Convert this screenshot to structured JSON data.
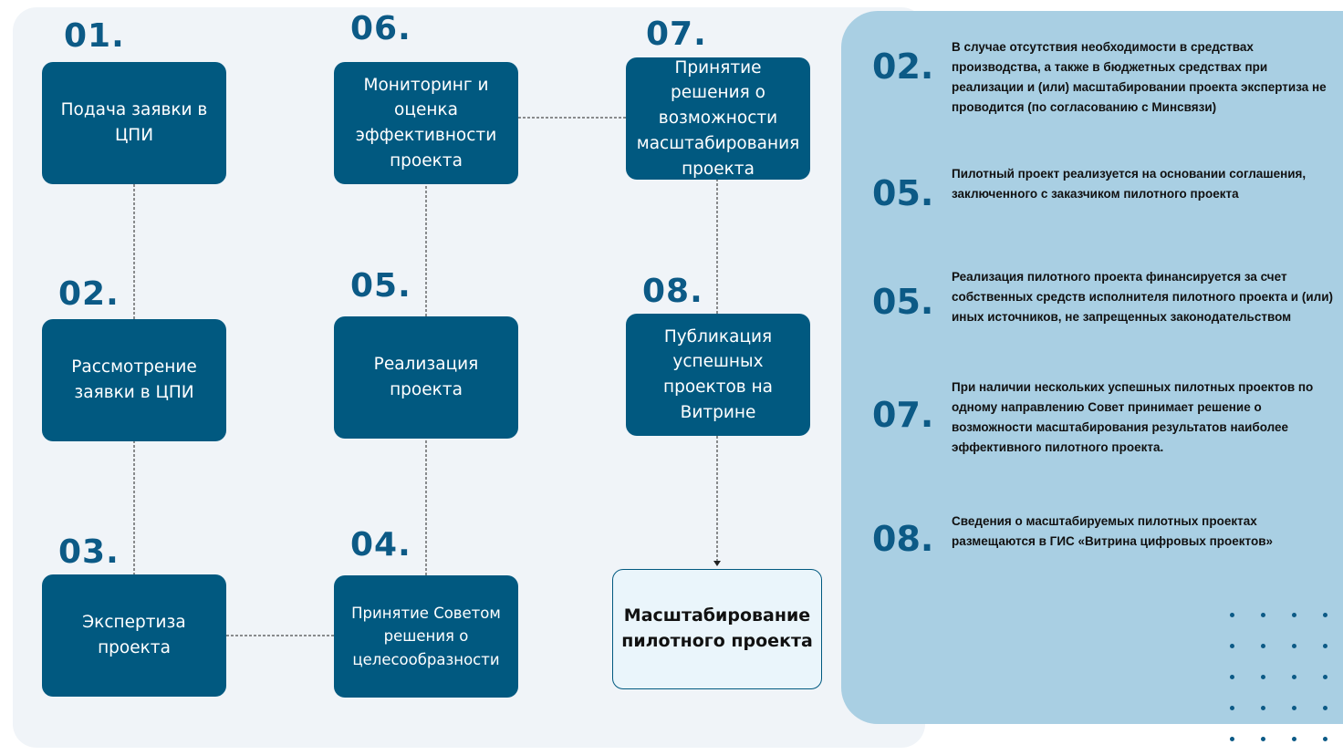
{
  "steps": [
    {
      "num": "01.",
      "label": "Подача заявки в ЦПИ"
    },
    {
      "num": "02.",
      "label": "Рассмотрение заявки в ЦПИ"
    },
    {
      "num": "03.",
      "label": "Экспертиза проекта"
    },
    {
      "num": "04.",
      "label": "Принятие Советом решения о целесообразности"
    },
    {
      "num": "05.",
      "label": "Реализация проекта"
    },
    {
      "num": "06.",
      "label": "Мониторинг и оценка эффективности проекта"
    },
    {
      "num": "07.",
      "label": "Принятие решения о возможности масштабирования проекта"
    },
    {
      "num": "08.",
      "label": "Публикация успешных проектов на Витрине"
    }
  ],
  "final": {
    "label": "Масштабирование пилотного проекта"
  },
  "notes": [
    {
      "num": "02.",
      "text": "В случае отсутствия необходимости в средствах производства, а также в бюджетных средствах при реализации и (или) масштабировании проекта экспертиза не проводится (по согласованию с Минсвязи)"
    },
    {
      "num": "05.",
      "text": "Пилотный проект реализуется на основании соглашения, заключенного с заказчиком пилотного проекта"
    },
    {
      "num": "05.",
      "text": "Реализация пилотного проекта финансируется за счет собственных средств исполнителя пилотного проекта и (или) иных источников, не запрещенных законодательством"
    },
    {
      "num": "07.",
      "text": "При наличии нескольких успешных пилотных проектов по одному направлению Совет принимает решение о возможности масштабирования результатов наиболее эффективного пилотного проекта."
    },
    {
      "num": "08.",
      "text": "Сведения о масштабируемых пилотных проектах размещаются в ГИС «Витрина цифровых проектов»"
    }
  ],
  "colors": {
    "box": "#015980",
    "accent": "#0c5a86",
    "panel": "#a9cfe3",
    "background": "#f0f4f8"
  }
}
